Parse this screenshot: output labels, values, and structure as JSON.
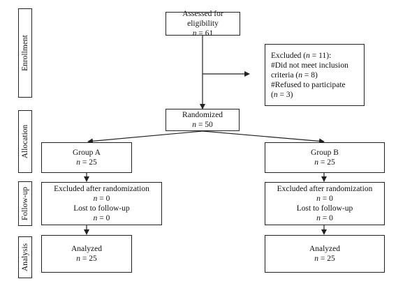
{
  "stages": {
    "enrollment": "Enrollment",
    "allocation": "Allocation",
    "followup": "Follow-up",
    "analysis": "Analysis"
  },
  "assessed": {
    "label": "Assessed for eligibility",
    "n_prefix": "n",
    "n_suffix": " = 61"
  },
  "excluded": {
    "line1_pre": "Excluded (",
    "line1_n": "n",
    "line1_post": " = 11):",
    "line2": "#Did not meet inclusion",
    "line3_pre": "criteria (",
    "line3_n": "n",
    "line3_post": " = 8)",
    "line4": "#Refused to participate",
    "line5_pre": "(",
    "line5_n": "n",
    "line5_post": " = 3)"
  },
  "randomized": {
    "label": "Randomized",
    "n_prefix": "n",
    "n_suffix": " = 50"
  },
  "group_a": {
    "label": "Group A",
    "n_prefix": "n",
    "n_suffix": " = 25",
    "fu_excluded": "Excluded after randomization",
    "fu_excluded_n": " = 0",
    "fu_lost": "Lost to follow-up",
    "fu_lost_n": " = 0",
    "analyzed": "Analyzed",
    "analyzed_n": " = 25"
  },
  "group_b": {
    "label": "Group B",
    "n_prefix": "n",
    "n_suffix": " = 25",
    "fu_excluded": "Excluded after randomization",
    "fu_excluded_n": " = 0",
    "fu_lost": "Lost to follow-up",
    "fu_lost_n": " = 0",
    "analyzed": "Analyzed",
    "analyzed_n": " = 25"
  }
}
